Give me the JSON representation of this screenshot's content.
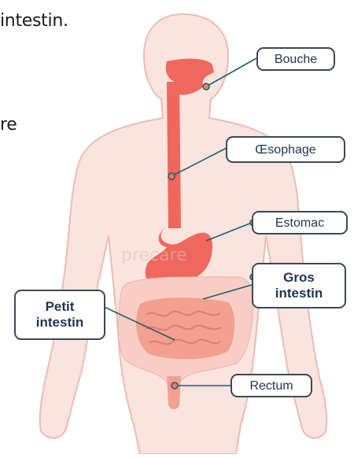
{
  "fragments": {
    "line1": "intestin.",
    "line2": "re"
  },
  "labels": {
    "bouche": "Bouche",
    "oesophage": "Œsophage",
    "estomac": "Estomac",
    "gros_intestin": "Gros intestin",
    "petit_intestin": "Petit intestin",
    "rectum": "Rectum"
  },
  "watermark": "precare",
  "colors": {
    "skin": "#fbe3de",
    "skin_outline": "#ecbcb2",
    "organ": "#f0675c",
    "intestine": "#f3a08f",
    "large_intestine": "#f8cdc4",
    "leader": "#1f5f6e",
    "dot": "#f07a6c"
  }
}
